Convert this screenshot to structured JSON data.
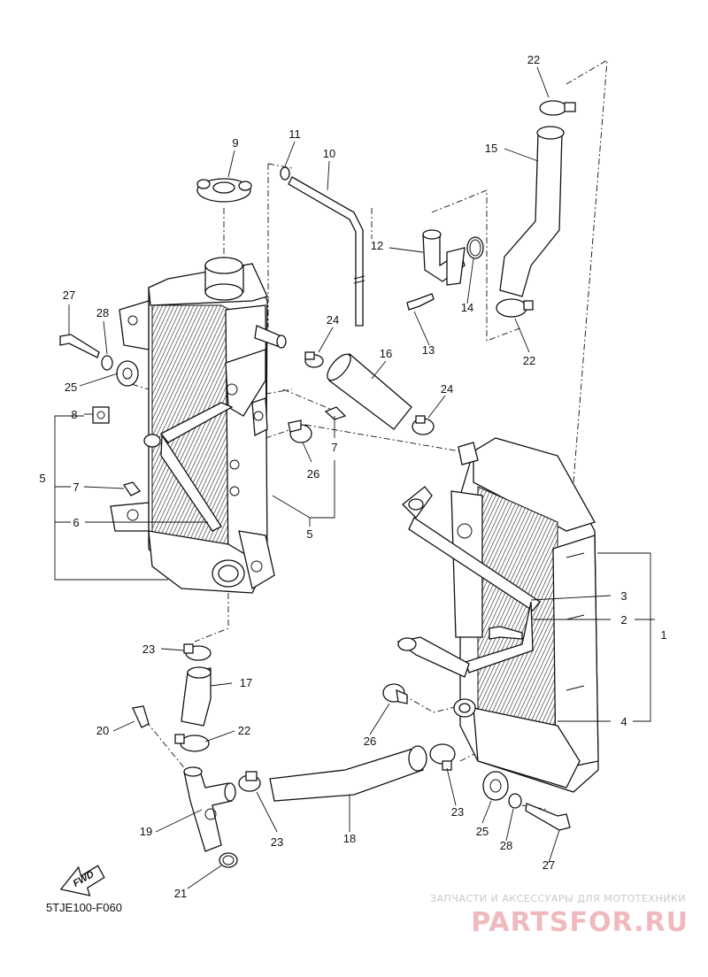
{
  "diagram_code": "5TJE100-F060",
  "fwd_label": "FWD",
  "watermark": {
    "tagline": "ЗАПЧАСТИ И АКСЕССУАРЫ ДЛЯ МОТОТЕХНИКИ",
    "brand": "PARTSFOR.RU"
  },
  "callouts": [
    {
      "id": "c22a",
      "text": "22"
    },
    {
      "id": "c15",
      "text": "15"
    },
    {
      "id": "c11",
      "text": "11"
    },
    {
      "id": "c10",
      "text": "10"
    },
    {
      "id": "c9",
      "text": "9"
    },
    {
      "id": "c12",
      "text": "12"
    },
    {
      "id": "c14",
      "text": "14"
    },
    {
      "id": "c13",
      "text": "13"
    },
    {
      "id": "c22b",
      "text": "22"
    },
    {
      "id": "c27a",
      "text": "27"
    },
    {
      "id": "c28a",
      "text": "28"
    },
    {
      "id": "c24a",
      "text": "24"
    },
    {
      "id": "c16",
      "text": "16"
    },
    {
      "id": "c25a",
      "text": "25"
    },
    {
      "id": "c24b",
      "text": "24"
    },
    {
      "id": "c8",
      "text": "8"
    },
    {
      "id": "c7a",
      "text": "7"
    },
    {
      "id": "c26a",
      "text": "26"
    },
    {
      "id": "c5a",
      "text": "5"
    },
    {
      "id": "c7b",
      "text": "7"
    },
    {
      "id": "c6",
      "text": "6"
    },
    {
      "id": "c5b",
      "text": "5"
    },
    {
      "id": "c3",
      "text": "3"
    },
    {
      "id": "c2",
      "text": "2"
    },
    {
      "id": "c1",
      "text": "1"
    },
    {
      "id": "c23a",
      "text": "23"
    },
    {
      "id": "c17",
      "text": "17"
    },
    {
      "id": "c4",
      "text": "4"
    },
    {
      "id": "c20",
      "text": "20"
    },
    {
      "id": "c22c",
      "text": "22"
    },
    {
      "id": "c26b",
      "text": "26"
    },
    {
      "id": "c19",
      "text": "19"
    },
    {
      "id": "c23b",
      "text": "23"
    },
    {
      "id": "c18",
      "text": "18"
    },
    {
      "id": "c23c",
      "text": "23"
    },
    {
      "id": "c25b",
      "text": "25"
    },
    {
      "id": "c28b",
      "text": "28"
    },
    {
      "id": "c27b",
      "text": "27"
    },
    {
      "id": "c21",
      "text": "21"
    }
  ]
}
